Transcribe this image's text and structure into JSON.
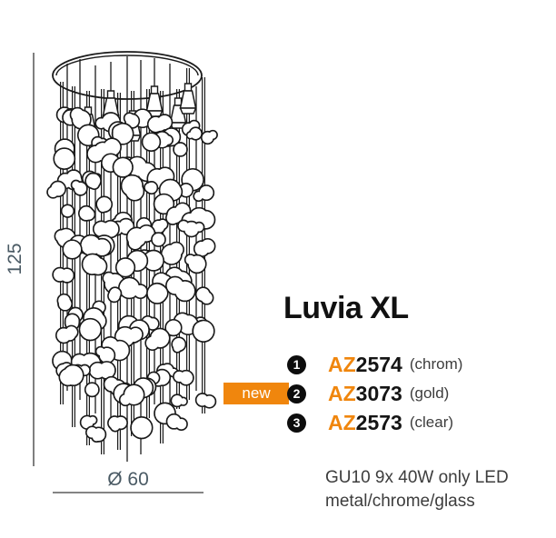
{
  "drawing": {
    "height_label": "125",
    "diameter_label": "Ø 60",
    "stroke_color": "#1a1a1a",
    "dim_text_color": "#4a5a64"
  },
  "product": {
    "title": "Luvia XL",
    "new_badge_label": "new",
    "accent_color": "#f0860d",
    "items": [
      {
        "index": "1",
        "code_prefix": "AZ",
        "code_number": "2574",
        "finish": "(chrom)"
      },
      {
        "index": "2",
        "code_prefix": "AZ",
        "code_number": "3073",
        "finish": "(gold)"
      },
      {
        "index": "3",
        "code_prefix": "AZ",
        "code_number": "2573",
        "finish": "(clear)"
      }
    ]
  },
  "specs": {
    "line1": "GU10 9x 40W only LED",
    "line2": "metal/chrome/glass"
  }
}
